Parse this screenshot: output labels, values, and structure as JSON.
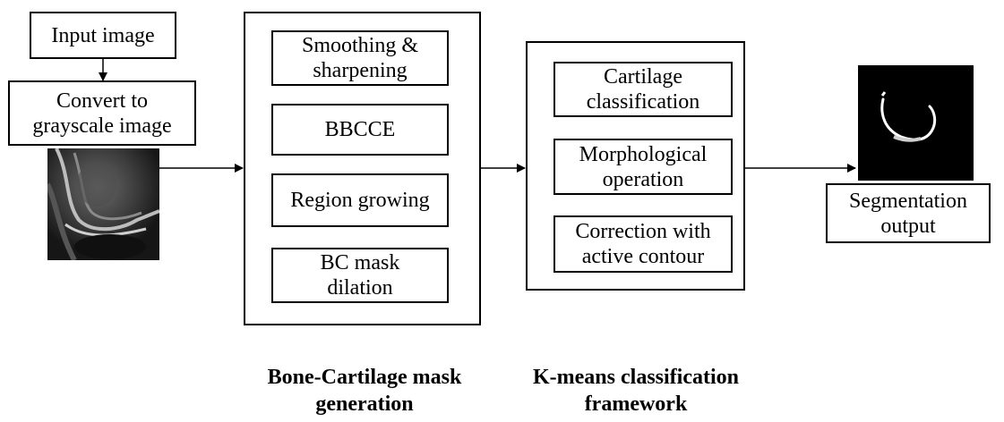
{
  "left_column": {
    "input_image": "Input image",
    "convert_grayscale": "Convert to\ngrayscale image"
  },
  "bone_cartilage": {
    "smoothing": "Smoothing &\nsharpening",
    "bbcce": "BBCCE",
    "region_growing": "Region growing",
    "mask_dilation": "BC mask\ndilation",
    "caption": "Bone-Cartilage mask\ngeneration"
  },
  "kmeans": {
    "cartilage_classification": "Cartilage\nclassification",
    "morphological": "Morphological\noperation",
    "correction": "Correction with\nactive contour",
    "caption": "K-means classification\nframework"
  },
  "output": {
    "segmentation_output": "Segmentation\noutput"
  }
}
